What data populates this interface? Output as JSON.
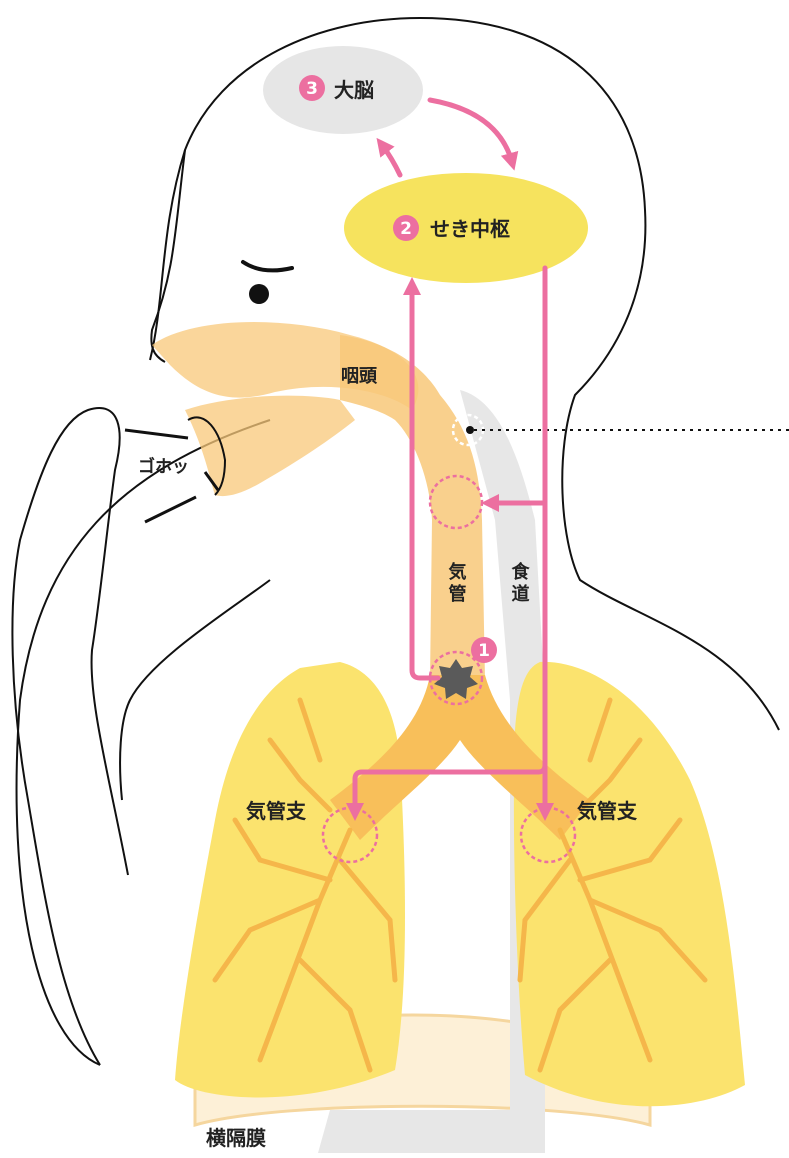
{
  "labels": {
    "brain": "大脳",
    "cough_center": "せき中枢",
    "pharynx": "咽頭",
    "cough_sound": "ゴホッ",
    "trachea": "気管",
    "esophagus": "食道",
    "bronchus_left": "気管支",
    "bronchus_right": "気管支",
    "diaphragm": "横隔膜"
  },
  "markers": {
    "step1": "1",
    "step2": "2",
    "step3": "3"
  },
  "colors": {
    "arrow_pink": "#ec6fa0",
    "lung_yellow": "#fbe36e",
    "airway_orange": "#f8c879",
    "center_yellow": "#f6e35e",
    "brain_gray": "#e6e6e6",
    "esophagus_gray": "#e7e7e7",
    "diaphragm_cream": "#fdf0d7",
    "irritant_gray": "#5a5a5a"
  }
}
